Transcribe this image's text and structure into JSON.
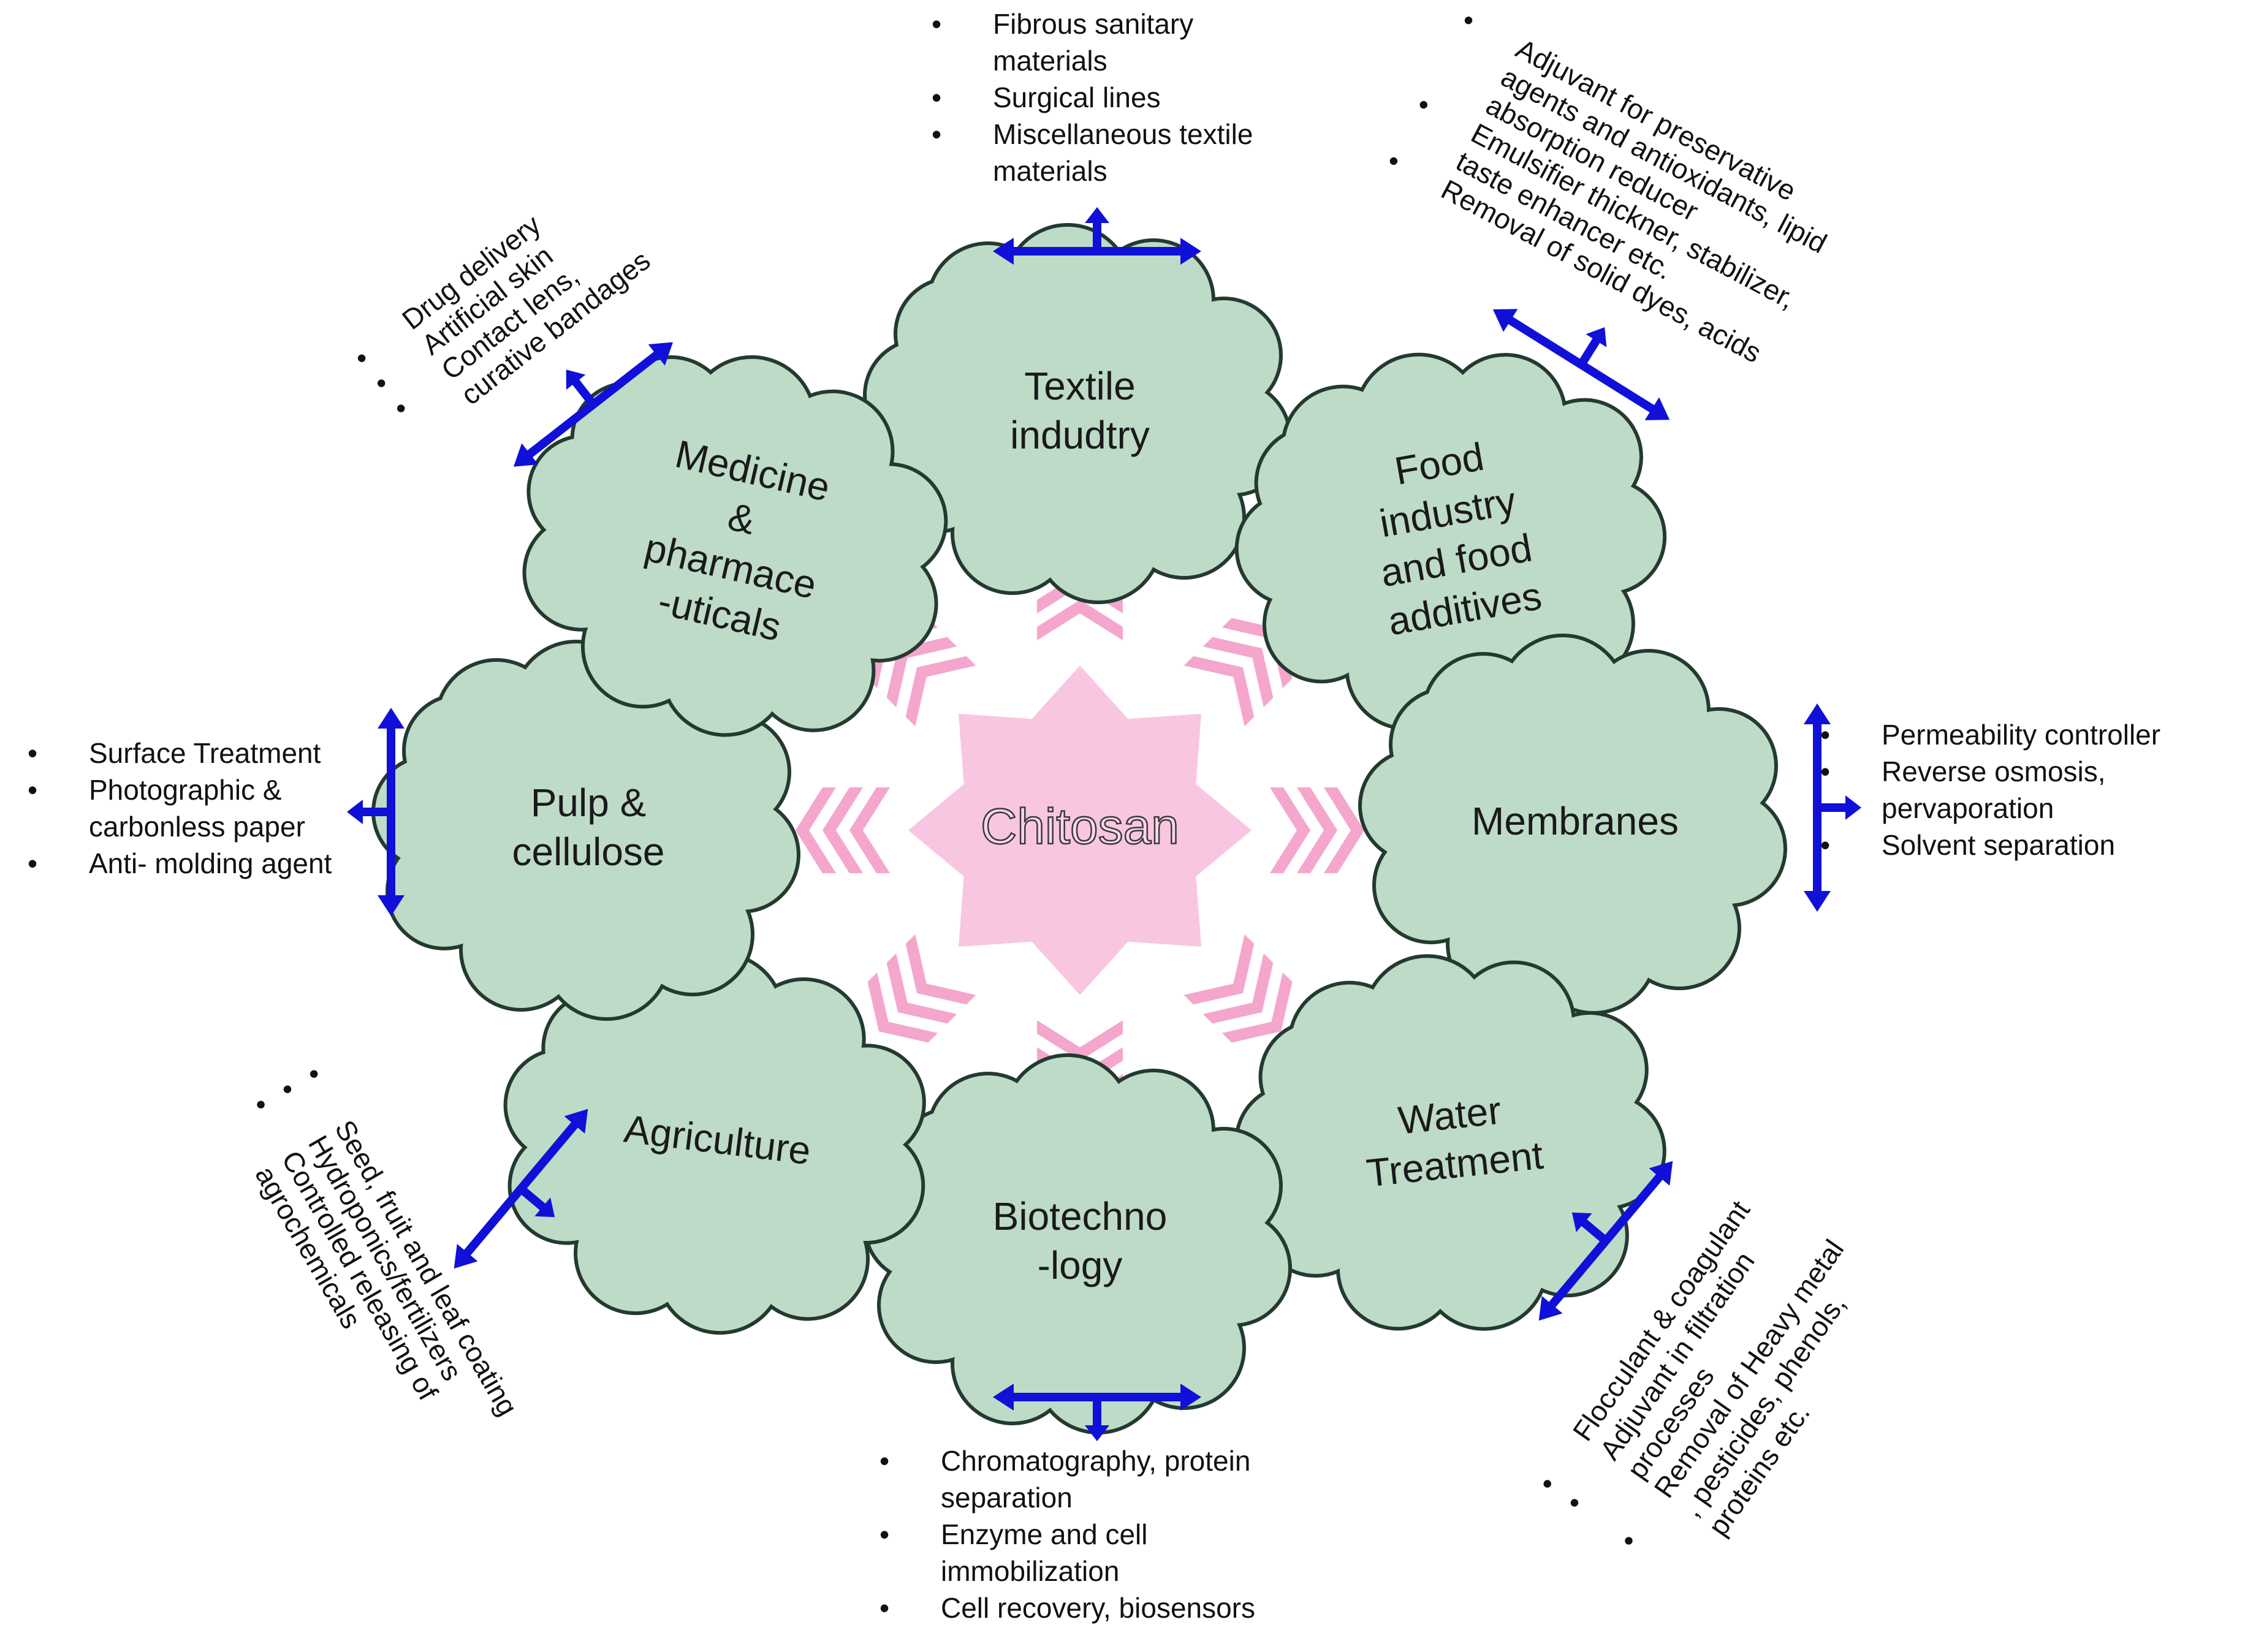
{
  "colors": {
    "cloud_fill": "#bedbc8",
    "cloud_stroke": "#243a30",
    "center_fill": "#f9c6e2",
    "chevron": "#f4a6cc",
    "arrow": "#1010d8"
  },
  "center": {
    "label": "Chitosan"
  },
  "sectors": [
    {
      "id": "textile",
      "label_lines": [
        "Textile",
        "indudtry"
      ],
      "bullets": [
        [
          "Fibrous sanitary",
          "materials"
        ],
        [
          "Surgical lines"
        ],
        [
          "Miscellaneous textile",
          "materials"
        ]
      ]
    },
    {
      "id": "food",
      "label_lines": [
        "Food",
        "industry",
        "and food",
        "additives"
      ],
      "bullets": [
        [
          "Adjuvant     for     preservative",
          "agents and antioxidants, lipid",
          "absorption reducer"
        ],
        [
          "Emulsifier thickner, stabilizer,",
          "taste enhancer etc."
        ],
        [
          "Removal of solid dyes, acids"
        ]
      ]
    },
    {
      "id": "membranes",
      "label_lines": [
        "Membranes"
      ],
      "bullets": [
        [
          "Permeability controller"
        ],
        [
          "Reverse osmosis,",
          "pervaporation"
        ],
        [
          "Solvent separation"
        ]
      ]
    },
    {
      "id": "water",
      "label_lines": [
        "Water",
        "Treatment"
      ],
      "bullets": [
        [
          "Flocculant & coagulant"
        ],
        [
          "Adjuvant in filtration",
          "processes"
        ],
        [
          "Removal of Heavy metal",
          ", pesticides, phenols,",
          "proteins etc."
        ]
      ]
    },
    {
      "id": "biotech",
      "label_lines": [
        "Biotechno",
        "-logy"
      ],
      "bullets": [
        [
          "Chromatography, protein",
          "separation"
        ],
        [
          "Enzyme and cell",
          "immobilization"
        ],
        [
          "Cell recovery, biosensors"
        ]
      ]
    },
    {
      "id": "agriculture",
      "label_lines": [
        "Agriculture"
      ],
      "bullets": [
        [
          "Seed, fruit and leaf coating"
        ],
        [
          "Hydroponics/fertilizers"
        ],
        [
          "Controlled releasing of",
          "agrochemicals"
        ]
      ]
    },
    {
      "id": "pulp",
      "label_lines": [
        "Pulp &",
        "cellulose"
      ],
      "bullets": [
        [
          "Surface Treatment"
        ],
        [
          "Photographic &",
          "carbonless paper"
        ],
        [
          "Anti- molding agent"
        ]
      ]
    },
    {
      "id": "medicine",
      "label_lines": [
        "Medicine",
        "&",
        "pharmace",
        "-uticals"
      ],
      "bullets": [
        [
          "Drug delivery"
        ],
        [
          "Artificial skin"
        ],
        [
          "Contact lens,",
          "curative bandages"
        ]
      ]
    }
  ]
}
